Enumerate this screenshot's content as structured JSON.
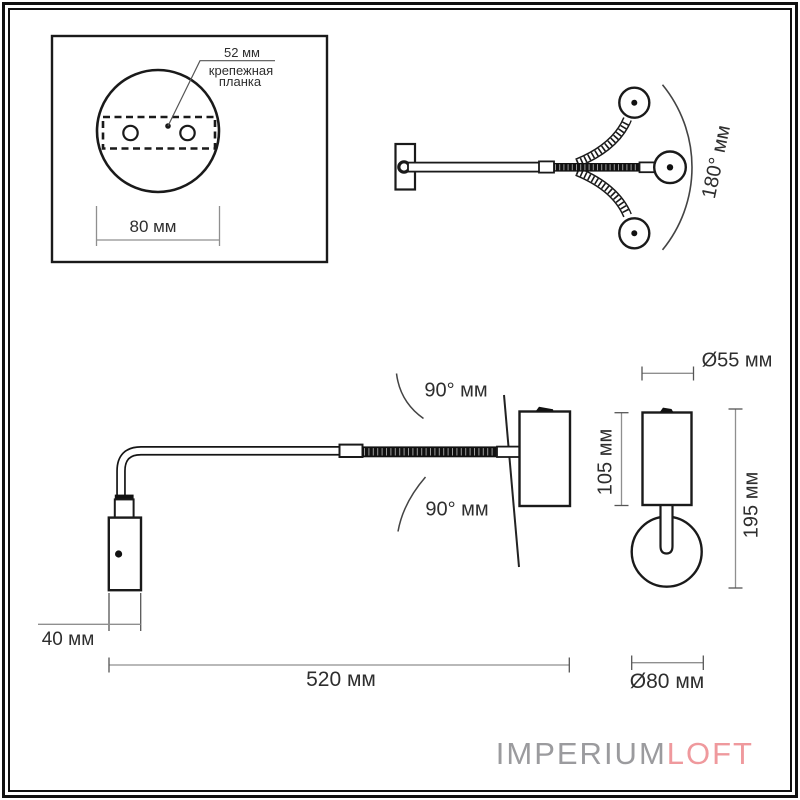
{
  "drawing_title": "wall-lamp-technical-drawing",
  "views": {
    "mount_plate": {
      "labels": {
        "hole_spacing": "52 мм",
        "bracket_line1": "крепежная",
        "bracket_line2": "планка",
        "plate_width": "80 мм"
      }
    },
    "top": {
      "labels": {
        "swing_range": "180° мм"
      }
    },
    "side": {
      "labels": {
        "tilt_up": "90° мм",
        "tilt_down": "90° мм",
        "head_width": "40 мм",
        "arm_length": "520 мм"
      }
    },
    "front": {
      "labels": {
        "body_diameter": "Ø55 мм",
        "body_height": "105 мм",
        "total_height": "195 мм",
        "base_diameter": "Ø80 мм"
      }
    }
  },
  "logo": {
    "part1": "IMPERIUM",
    "part2": "LOFT"
  },
  "colors": {
    "line": "#1a1a1a",
    "dimension_line": "#8f8f8f",
    "dimension_tick": "#555555",
    "text": "#2e2e2e",
    "logo_gray": "#9b9b9e",
    "logo_pink": "#ef999d",
    "background": "#ffffff",
    "frame": "#101010"
  }
}
